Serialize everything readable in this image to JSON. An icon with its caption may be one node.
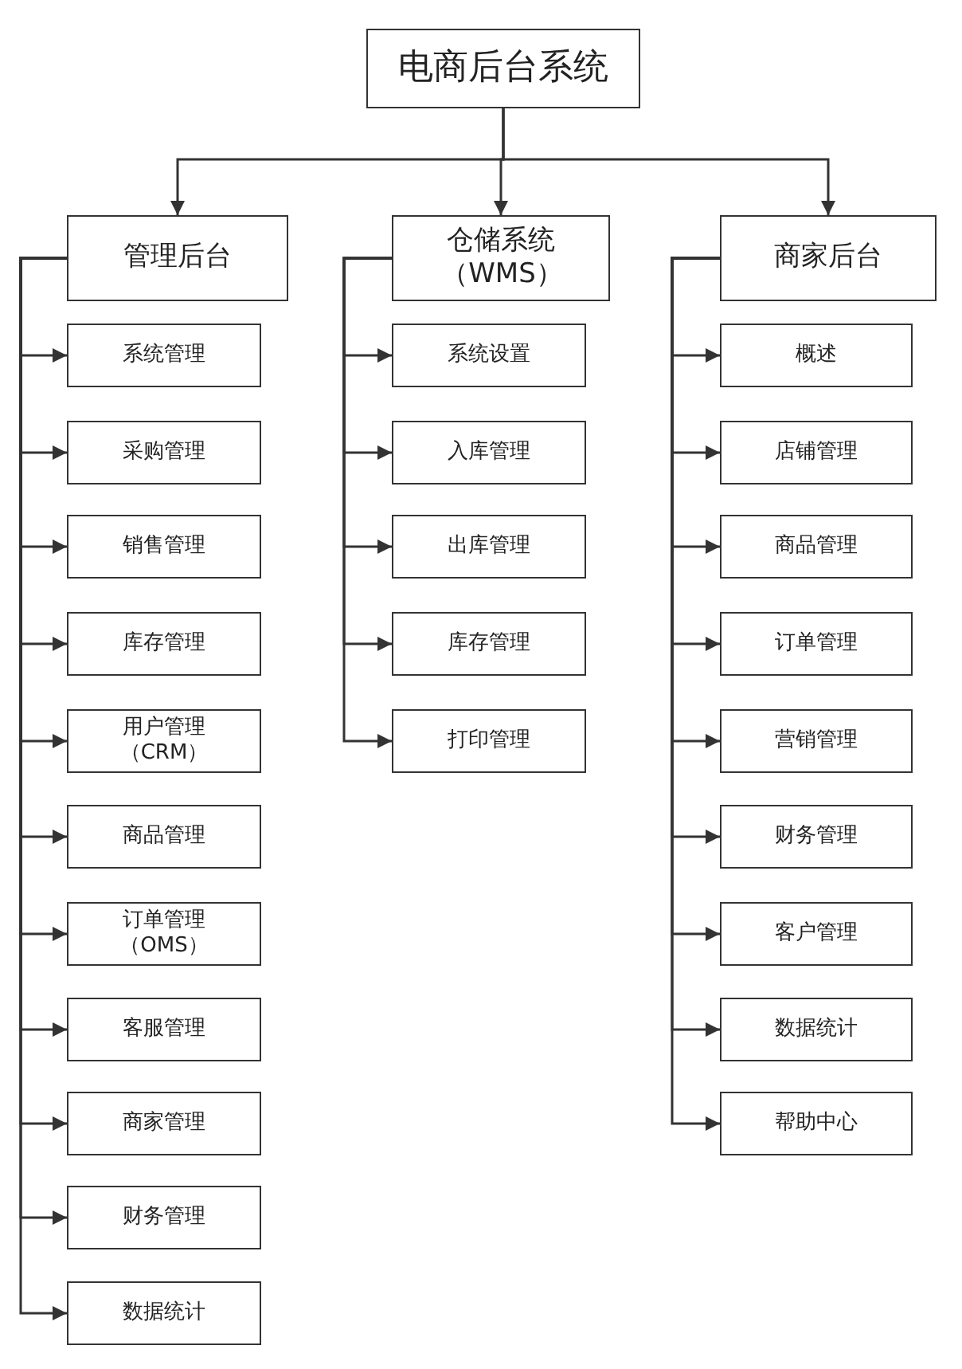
{
  "diagram": {
    "nodes": [
      {
        "text": [
          "电商后台系统"
        ]
      },
      {
        "text": [
          "管理后台"
        ]
      },
      {
        "text": [
          "系统管理"
        ]
      },
      {
        "text": [
          "采购管理"
        ]
      },
      {
        "text": [
          "销售管理"
        ]
      },
      {
        "text": [
          "库存管理"
        ]
      },
      {
        "text": [
          "用户管理（CRM）"
        ]
      },
      {
        "text": [
          "商品管理"
        ]
      },
      {
        "text": [
          "订单管理（OMS）"
        ]
      },
      {
        "text": [
          "客服管理"
        ]
      },
      {
        "text": [
          "商家管理"
        ]
      },
      {
        "text": [
          "财务管理"
        ]
      },
      {
        "text": [
          "数据统计"
        ]
      },
      {
        "text": [
          "仓储系统（WMS）"
        ]
      },
      {
        "text": [
          "系统设置"
        ]
      },
      {
        "text": [
          "入库管理"
        ]
      },
      {
        "text": [
          "出库管理"
        ]
      },
      {
        "text": [
          "库存管理"
        ]
      },
      {
        "text": [
          "打印管理"
        ]
      },
      {
        "text": [
          "商家后台"
        ]
      },
      {
        "text": [
          "概述"
        ]
      },
      {
        "text": [
          "店铺管理"
        ]
      },
      {
        "text": [
          "商品管理"
        ]
      },
      {
        "text": [
          "订单管理"
        ]
      },
      {
        "text": [
          "营销管理"
        ]
      },
      {
        "text": [
          "财务管理"
        ]
      },
      {
        "text": [
          "客户管理"
        ]
      },
      {
        "text": [
          "数据统计"
        ]
      },
      {
        "text": [
          "帮助中心"
        ]
      }
    ],
    "edges": [
      {
        "from": 0,
        "to": 1,
        "arrow": "to"
      },
      {
        "from": 0,
        "to": 13,
        "arrow": "to"
      },
      {
        "from": 0,
        "to": 19,
        "arrow": "to"
      },
      {
        "from": 1,
        "to": 2,
        "arrow": "to"
      },
      {
        "from": 1,
        "to": 3,
        "arrow": "to"
      },
      {
        "from": 1,
        "to": 4,
        "arrow": "to"
      },
      {
        "from": 1,
        "to": 5,
        "arrow": "to"
      },
      {
        "from": 1,
        "to": 6,
        "arrow": "to"
      },
      {
        "from": 1,
        "to": 7,
        "arrow": "to"
      },
      {
        "from": 1,
        "to": 8,
        "arrow": "to"
      },
      {
        "from": 1,
        "to": 9,
        "arrow": "to"
      },
      {
        "from": 1,
        "to": 10,
        "arrow": "to"
      },
      {
        "from": 1,
        "to": 11,
        "arrow": "to"
      },
      {
        "from": 1,
        "to": 12,
        "arrow": "to"
      },
      {
        "from": 13,
        "to": 14,
        "arrow": "to"
      },
      {
        "from": 13,
        "to": 15,
        "arrow": "to"
      },
      {
        "from": 13,
        "to": 16,
        "arrow": "to"
      },
      {
        "from": 13,
        "to": 17,
        "arrow": "to"
      },
      {
        "from": 13,
        "to": 18,
        "arrow": "to"
      },
      {
        "from": 19,
        "to": 20,
        "arrow": "to"
      },
      {
        "from": 19,
        "to": 21,
        "arrow": "to"
      },
      {
        "from": 19,
        "to": 22,
        "arrow": "to"
      },
      {
        "from": 19,
        "to": 23,
        "arrow": "to"
      },
      {
        "from": 19,
        "to": 24,
        "arrow": "to"
      },
      {
        "from": 19,
        "to": 25,
        "arrow": "to"
      },
      {
        "from": 19,
        "to": 26,
        "arrow": "to"
      },
      {
        "from": 19,
        "to": 27,
        "arrow": "to"
      },
      {
        "from": 19,
        "to": 28,
        "arrow": "to"
      }
    ]
  }
}
